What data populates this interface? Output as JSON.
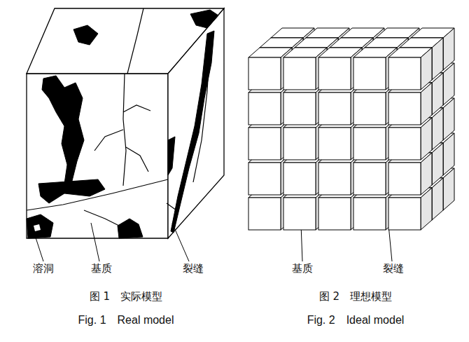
{
  "diagram": {
    "labels": [
      "溶洞",
      "基质",
      "裂缝",
      "图 1　实际模型",
      "Fig. 1　Real model",
      "基质",
      "裂缝",
      "图 2　理想模型",
      "Fig. 2　Ideal model"
    ]
  }
}
